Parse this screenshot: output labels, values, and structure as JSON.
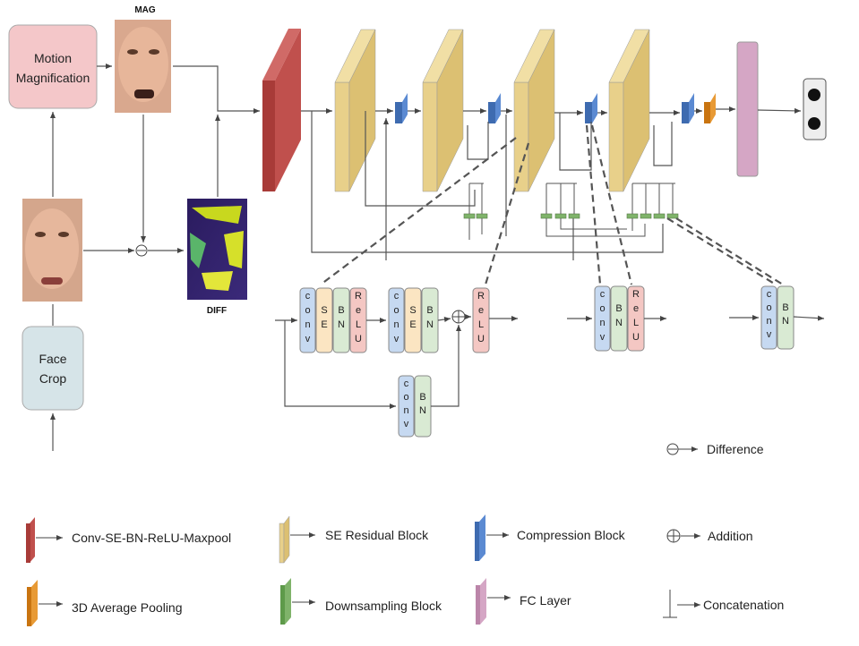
{
  "labels": {
    "motion_magnification": [
      "Motion",
      "Magnification"
    ],
    "face_crop": [
      "Face",
      "Crop"
    ],
    "mag": "MAG",
    "diff": "DIFF"
  },
  "block_letters": {
    "conv": [
      "c",
      "o",
      "n",
      "v"
    ],
    "se": [
      "S",
      "E"
    ],
    "bn": [
      "B",
      "N"
    ],
    "relu": [
      "R",
      "e",
      "L",
      "U"
    ]
  },
  "legend": {
    "conv_se": "Conv-SE-BN-ReLU-Maxpool",
    "se_residual": "SE Residual Block",
    "compression": "Compression Block",
    "addition": "Addition",
    "avg_pool": "3D Average Pooling",
    "downsampling": "Downsampling Block",
    "fc_layer": "FC Layer",
    "concatenation": "Concatenation",
    "difference": "Difference"
  },
  "colors": {
    "conv_red": "#c0504d",
    "se_yellow": "#e8d08a",
    "compression_blue": "#4f7fc4",
    "avg_pool_orange": "#e08a1e",
    "downsample_green": "#7fb36a",
    "fc_pink": "#d5a6c5",
    "motion_box": "#f4c7c9",
    "face_crop_box": "#d6e4e8",
    "conv_small": "#c6d9f1",
    "se_small": "#fbe5c2",
    "bn_small": "#d9ead3",
    "relu_small": "#f4c7c3"
  }
}
